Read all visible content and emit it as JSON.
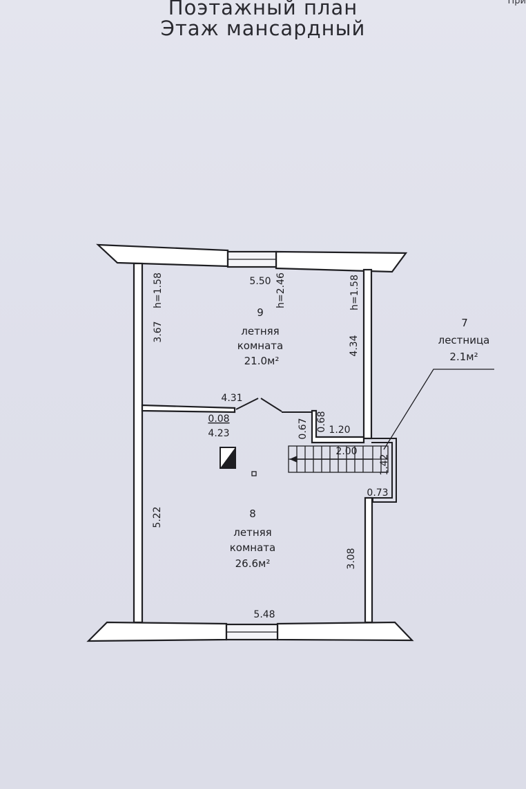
{
  "title": {
    "line1": "Поэтажный план",
    "line2": "Этаж мансардный",
    "corner": "При"
  },
  "rooms": {
    "room9": {
      "number": "9",
      "name_line1": "летняя",
      "name_line2": "комната",
      "area": "21.0м²"
    },
    "room8": {
      "number": "8",
      "name_line1": "летняя",
      "name_line2": "комната",
      "area": "26.6м²"
    },
    "room7": {
      "number": "7",
      "name": "лестница",
      "area": "2.1м²"
    }
  },
  "dimensions": {
    "top_width": "5.50",
    "height_center": "h=2.46",
    "height_left": "h=1.58",
    "height_right": "h=1.58",
    "left_upper": "3.67",
    "right_upper": "4.34",
    "partition": "4.31",
    "wall_thickness": "0.08",
    "partition_inner": "4.23",
    "left_lower": "5.22",
    "stair_a": "0.67",
    "stair_b": "0.68",
    "stair_c": "1.20",
    "stair_width": "2.00",
    "stair_depth": "1.42",
    "stair_offset": "0.73",
    "right_lower": "3.08",
    "bottom_width": "5.48"
  },
  "colors": {
    "ink": "#1e1e22",
    "paper": "#e0e1eb",
    "fill": "#ffffff"
  }
}
